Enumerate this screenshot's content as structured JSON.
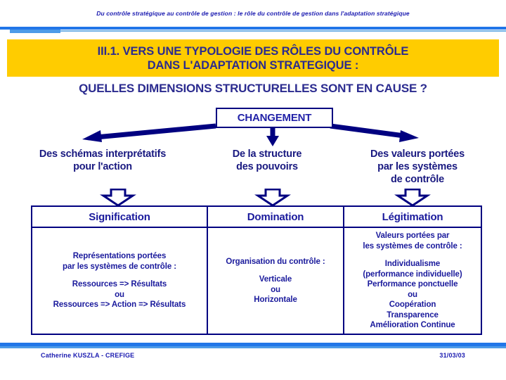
{
  "slide": {
    "running_header": "Du contrôle stratégique au contrôle de gestion : le rôle du contrôle de gestion dans l'adaptation stratégique",
    "title": {
      "line1": "III.1. VERS UNE TYPOLOGIE DES RÔLES DU CONTRÔLE",
      "line2": "DANS L'ADAPTATION STRATEGIQUE :"
    },
    "subtitle": "QUELLES DIMENSIONS STRUCTURELLES SONT EN CAUSE ?",
    "root_node": "CHANGEMENT",
    "columns": [
      {
        "heading_lines": [
          "Des schémas interprétatifs",
          "pour l'action"
        ],
        "table_header": "Signification",
        "body_lines": [
          "Représentations portées",
          "par les systèmes de contrôle :",
          "",
          "Ressources => Résultats",
          "ou",
          "Ressources => Action => Résultats"
        ]
      },
      {
        "heading_lines": [
          "De la structure",
          "des pouvoirs"
        ],
        "table_header": "Domination",
        "body_lines": [
          "Organisation du contrôle :",
          "",
          "Verticale",
          "ou",
          "Horizontale"
        ]
      },
      {
        "heading_lines": [
          "Des valeurs portées",
          "par les systèmes",
          "de contrôle"
        ],
        "table_header": "Légitimation",
        "body_lines": [
          "Valeurs portées  par",
          "les systèmes de contrôle :",
          "",
          "Individualisme",
          "(performance individuelle)",
          "Performance ponctuelle",
          "ou",
          "Coopération",
          "Transparence",
          "Amélioration Continue"
        ]
      }
    ],
    "footer": {
      "author": "Catherine KUSZLA - CREFIGE",
      "date": "31/03/03"
    },
    "colors": {
      "title_band_bg": "#ffcc00",
      "title_text": "#2b2b8f",
      "rule_primary": "#2176e8",
      "rule_secondary": "#4d9be8",
      "navy": "#000080",
      "body_text": "#1a1a9c"
    }
  }
}
